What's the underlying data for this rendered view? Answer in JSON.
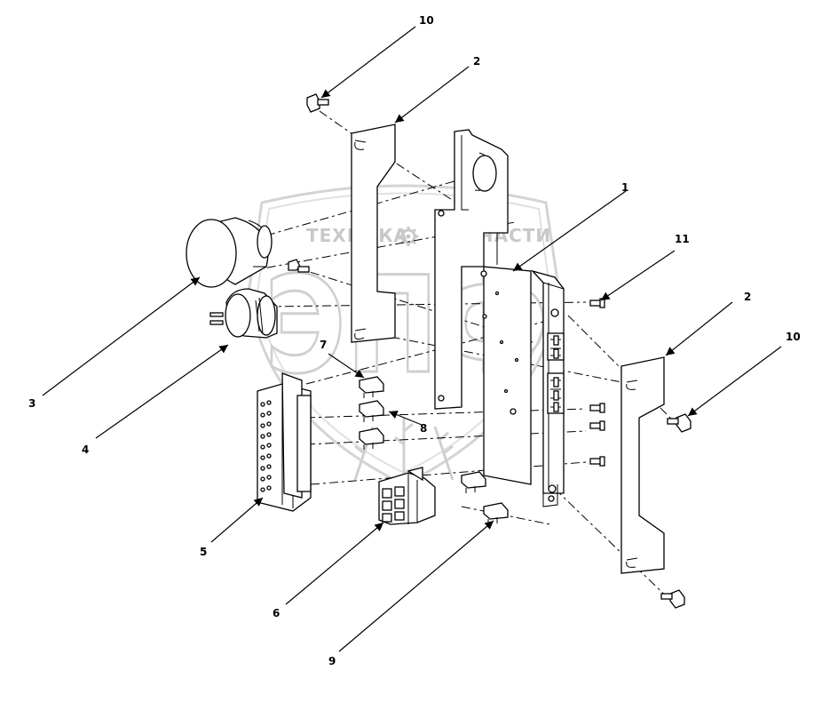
{
  "watermark": {
    "left_text": "ТЕХНИКА",
    "right_text": "ЗАПЧАСТИ",
    "big_text": "ЭПФ",
    "gear_icon": "gear-icon"
  },
  "callouts": [
    {
      "id": "c10a",
      "text": "10"
    },
    {
      "id": "c2a",
      "text": "2"
    },
    {
      "id": "c1",
      "text": "1"
    },
    {
      "id": "c11",
      "text": "11"
    },
    {
      "id": "c2b",
      "text": "2"
    },
    {
      "id": "c10b",
      "text": "10"
    },
    {
      "id": "c3",
      "text": "3"
    },
    {
      "id": "c4",
      "text": "4"
    },
    {
      "id": "c7",
      "text": "7"
    },
    {
      "id": "c8",
      "text": "8"
    },
    {
      "id": "c5",
      "text": "5"
    },
    {
      "id": "c6",
      "text": "6"
    },
    {
      "id": "c9",
      "text": "9"
    }
  ]
}
